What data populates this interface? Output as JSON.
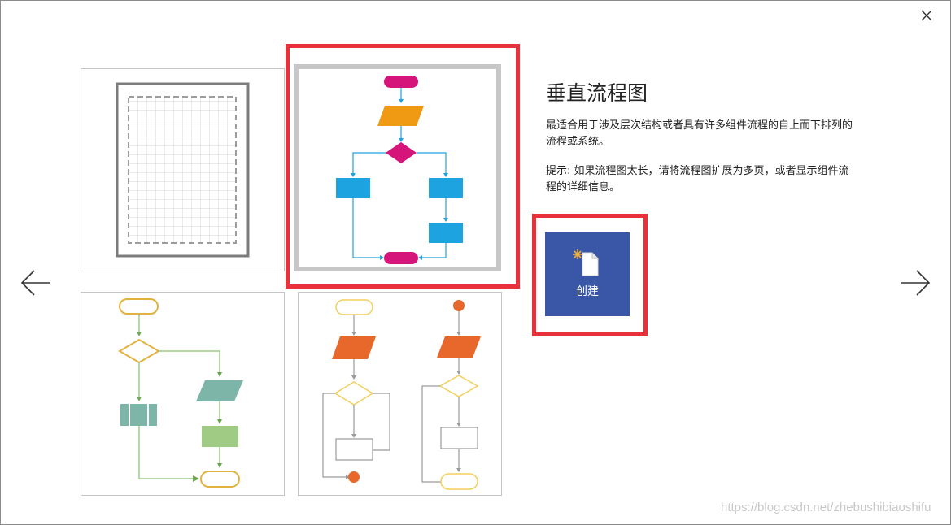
{
  "dialog": {
    "close_icon": "close-icon",
    "prev_icon": "arrow-left-icon",
    "next_icon": "arrow-right-icon"
  },
  "templates": [
    {
      "name": "blank-grid-template",
      "selected": false
    },
    {
      "name": "vertical-flowchart-template",
      "selected": true
    },
    {
      "name": "green-flowchart-template",
      "selected": false
    },
    {
      "name": "orange-flowchart-template",
      "selected": false
    }
  ],
  "detail": {
    "title": "垂直流程图",
    "description": "最适合用于涉及层次结构或者具有许多组件流程的自上而下排列的流程或系统。",
    "tip": "提示: 如果流程图太长，请将流程图扩展为多页，或者显示组件流程的详细信息。",
    "create_label": "创建",
    "create_icon": "new-document-icon"
  },
  "watermark": "https://blog.csdn.net/zhebushibiaoshifu",
  "colors": {
    "accent_button": "#3a56a6",
    "highlight_red": "#e8313b",
    "selection_gray": "#c7c7c7",
    "magenta": "#d5157a",
    "orange": "#f09a13",
    "blue": "#1ea3e1",
    "green_dark": "#7db5a8",
    "green_light": "#9fcb85",
    "gold": "#e2b23f",
    "orange_red": "#e8672a"
  }
}
